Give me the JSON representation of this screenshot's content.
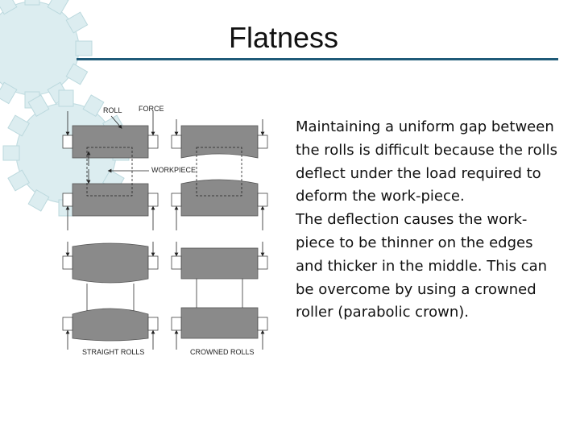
{
  "slide": {
    "title": "Flatness",
    "paragraph_1": "Maintaining a uniform gap between the rolls is difficult because the rolls deflect under the load required to deform the work-piece.",
    "paragraph_2": "The deflection causes the work-piece to be thinner on the edges and thicker in the middle. This can be overcome by using a crowned roller (parabolic crown)."
  },
  "diagram": {
    "label_roll": "ROLL",
    "label_force": "FORCE",
    "label_workpiece": "WORKPIECE",
    "label_straight": "STRAIGHT ROLLS",
    "label_crowned": "CROWNED ROLLS"
  },
  "colors": {
    "title_rule": "#1f5a78",
    "gear_fill": "#dcedf0",
    "roll_fill": "#8a8a8a"
  }
}
